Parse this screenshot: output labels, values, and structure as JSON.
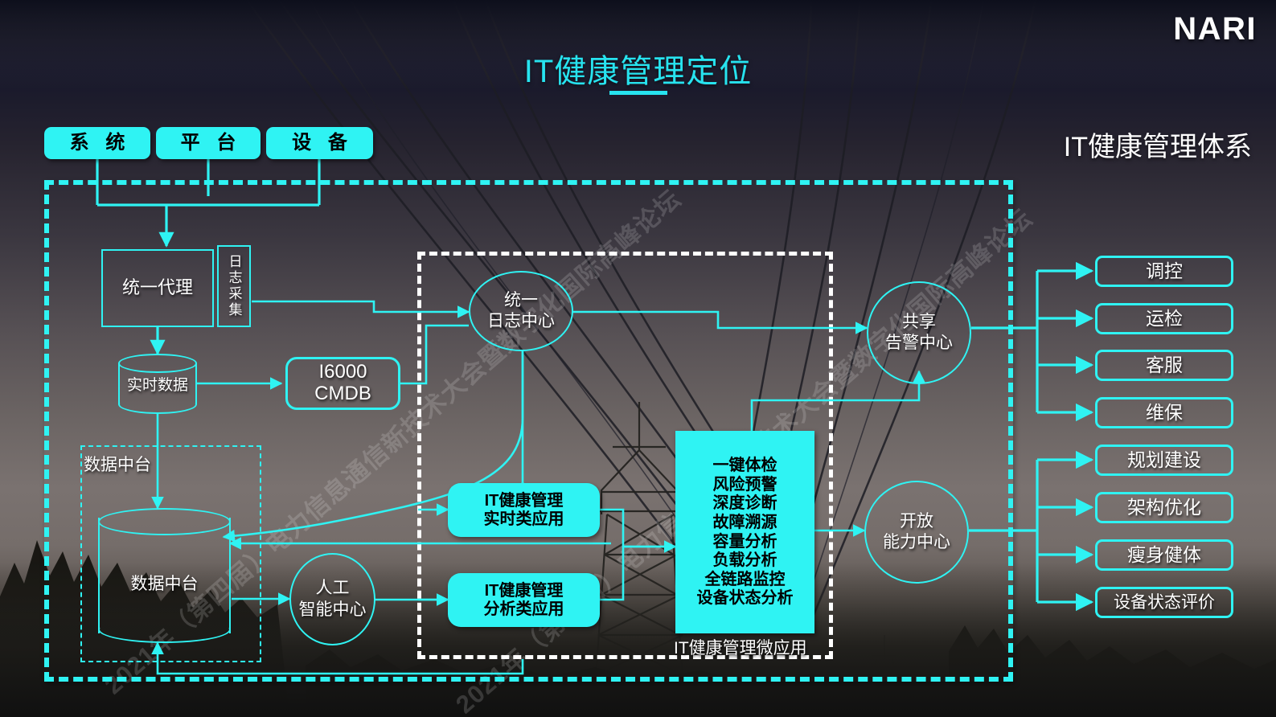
{
  "logo": "NARI",
  "title": "IT健康管理定位",
  "system_heading": "IT健康管理体系",
  "watermark": "2021年（第四届）电力信息通信新技术大会暨数字化国际高峰论坛",
  "sources": [
    {
      "label": "系 统"
    },
    {
      "label": "平 台"
    },
    {
      "label": "设 备"
    }
  ],
  "collection": {
    "agent": "统一代理",
    "log_collect": "日志采集",
    "realtime_data": "实时数据",
    "cmdb": "I6000\nCMDB",
    "cmdb_line1": "I6000",
    "cmdb_line2": "CMDB"
  },
  "data_platform": {
    "frame_label": "数据中台",
    "cylinder_label": "数据中台",
    "ai_center_line1": "人工",
    "ai_center_line2": "智能中心"
  },
  "center": {
    "log_center_line1": "统一",
    "log_center_line2": "日志中心",
    "apps": [
      {
        "line1": "IT健康管理",
        "line2": "实时类应用"
      },
      {
        "line1": "IT健康管理",
        "line2": "分析类应用"
      }
    ],
    "micro_app_caption": "IT健康管理微应用",
    "features": [
      "一键体检",
      "风险预警",
      "深度诊断",
      "故障溯源",
      "容量分析",
      "负载分析",
      "全链路监控",
      "设备状态分析"
    ]
  },
  "hubs": [
    {
      "line1": "共享",
      "line2": "告警中心"
    },
    {
      "line1": "开放",
      "line2": "能力中心"
    }
  ],
  "consumers_group_a": [
    {
      "label": "调控"
    },
    {
      "label": "运检"
    },
    {
      "label": "客服"
    },
    {
      "label": "维保"
    }
  ],
  "consumers_group_b": [
    {
      "label": "规划建设"
    },
    {
      "label": "架构优化"
    },
    {
      "label": "瘦身健体"
    },
    {
      "label": "设备状态评价"
    }
  ],
  "colors": {
    "accent": "#2ff3f3",
    "title": "#27e3ef",
    "text_light": "#ffffff",
    "text_dark": "#000000",
    "inner_frame": "#ffffff"
  }
}
